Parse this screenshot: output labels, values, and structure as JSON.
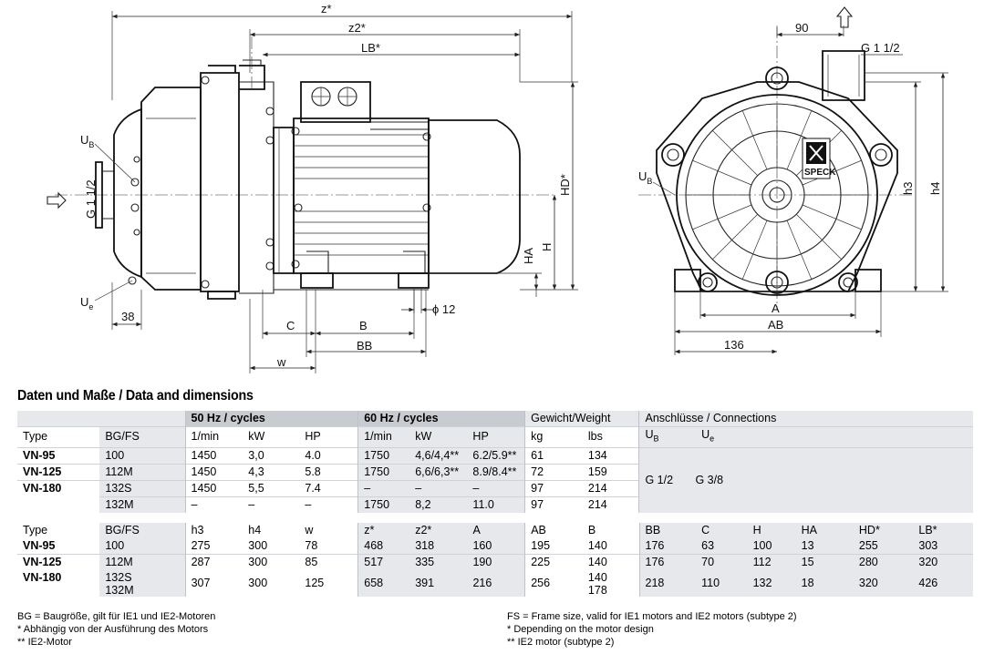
{
  "drawing": {
    "dims": {
      "z": "z*",
      "z2": "z2*",
      "lb": "LB*",
      "hd": "HD*",
      "h": "H",
      "ha": "HA",
      "c": "C",
      "b": "B",
      "bb": "BB",
      "w": "w",
      "d38": "38",
      "phi12": "ϕ 12",
      "d90": "90",
      "g112_top": "G 1 1/2",
      "g112_left": "G 1 1/2",
      "ub_left": "U",
      "ub_left_sub": "B",
      "ue": "U",
      "ue_sub": "e",
      "ub_right": "U",
      "ub_right_sub": "B",
      "h3": "h3",
      "h4": "h4",
      "a": "A",
      "ab": "AB",
      "d136": "136",
      "logo": "SPECK"
    }
  },
  "heading": "Daten und Maße / Data and dimensions",
  "table1": {
    "group_headers": {
      "hz50": "50 Hz / cycles",
      "hz60": "60 Hz / cycles",
      "weight": "Gewicht/Weight",
      "conn": "Anschlüsse / Connections"
    },
    "col_headers": {
      "type": "Type",
      "bgfs": "BG/FS",
      "rpm50": "1/min",
      "kw50": "kW",
      "hp50": "HP",
      "rpm60": "1/min",
      "kw60": "kW",
      "hp60": "HP",
      "kg": "kg",
      "lbs": "lbs",
      "ub": "U",
      "ub_sub": "B",
      "ue": "U",
      "ue_sub": "e"
    },
    "rows": [
      {
        "type": "VN-95",
        "bg": "100",
        "rpm50": "1450",
        "kw50": "3,0",
        "hp50": "4.0",
        "rpm60": "1750",
        "kw60": "4,6/4,4**",
        "hp60": "6.2/5.9**",
        "kg": "61",
        "lbs": "134"
      },
      {
        "type": "VN-125",
        "bg": "112M",
        "rpm50": "1450",
        "kw50": "4,3",
        "hp50": "5.8",
        "rpm60": "1750",
        "kw60": "6,6/6,3**",
        "hp60": "8.9/8.4**",
        "kg": "72",
        "lbs": "159"
      },
      {
        "type": "VN-180",
        "bg": "132S",
        "rpm50": "1450",
        "kw50": "5,5",
        "hp50": "7.4",
        "rpm60": "–",
        "kw60": "–",
        "hp60": "–",
        "kg": "97",
        "lbs": "214"
      },
      {
        "type": "",
        "bg": "132M",
        "rpm50": "–",
        "kw50": "–",
        "hp50": "–",
        "rpm60": "1750",
        "kw60": "8,2",
        "hp60": "11.0",
        "kg": "97",
        "lbs": "214"
      }
    ],
    "conn_ub": "G 1/2",
    "conn_ue": "G 3/8"
  },
  "table2": {
    "headers": [
      "Type",
      "BG/FS",
      "h3",
      "h4",
      "w",
      "z*",
      "z2*",
      "A",
      "AB",
      "B",
      "BB",
      "C",
      "H",
      "HA",
      "HD*",
      "LB*"
    ],
    "rows": [
      [
        "VN-95",
        "100",
        "275",
        "300",
        "78",
        "468",
        "318",
        "160",
        "195",
        "140",
        "176",
        "63",
        "100",
        "13",
        "255",
        "303"
      ],
      [
        "VN-125",
        "112M",
        "287",
        "300",
        "85",
        "517",
        "335",
        "190",
        "225",
        "140",
        "176",
        "70",
        "112",
        "15",
        "280",
        "320"
      ]
    ],
    "row3": {
      "type": "VN-180",
      "bg1": "132S",
      "bg2": "132M",
      "h3": "307",
      "h4": "300",
      "w": "125",
      "z": "658",
      "z2": "391",
      "a": "216",
      "ab": "256",
      "b1": "140",
      "b2": "178",
      "bb": "218",
      "c": "110",
      "h": "132",
      "ha": "18",
      "hd": "320",
      "lb": "426"
    }
  },
  "footnotes": {
    "left": [
      "BG = Baugröße, gilt für IE1 und IE2-Motoren",
      "* Abhängig von der Ausführung des Motors",
      "** IE2-Motor"
    ],
    "right": [
      "FS = Frame size, valid for IE1 motors and IE2 motors (subtype 2)",
      "* Depending on the motor design",
      "** IE2 motor (subtype 2)"
    ]
  }
}
